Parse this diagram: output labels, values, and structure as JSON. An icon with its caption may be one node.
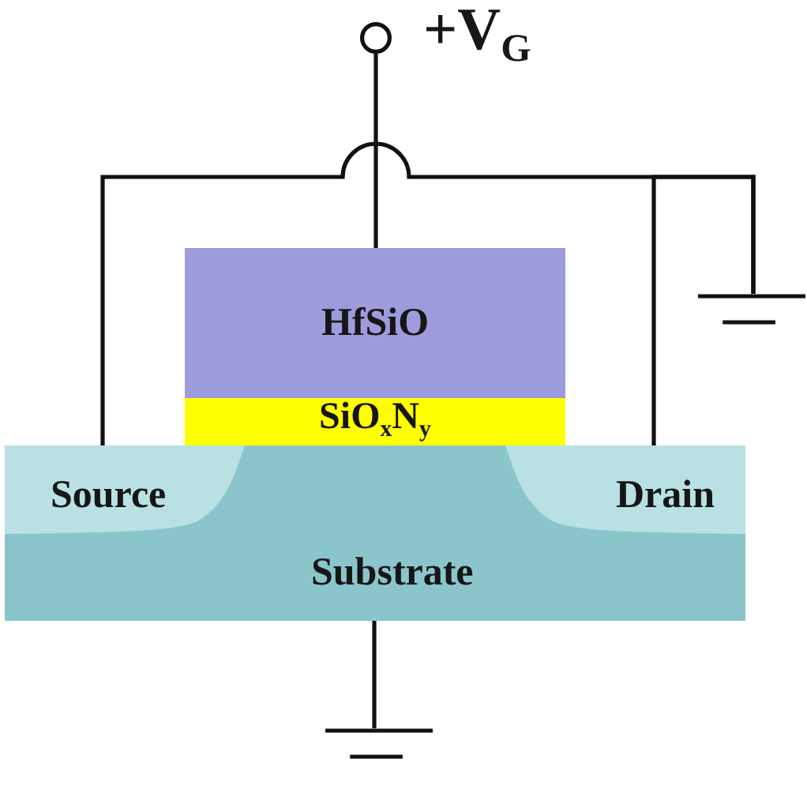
{
  "diagram": {
    "nodes": [
      {
        "text": [],
        "shape": "circle",
        "beside": [
          "+V$_{G}$"
        ]
      },
      {
        "text": [
          "HfSiO"
        ]
      },
      {
        "text": [
          "SiO$_{x}$N$_{y}$"
        ]
      },
      {
        "text": [
          "Substrate"
        ]
      },
      {
        "text": [
          "Source"
        ],
        "in": 3
      },
      {
        "text": [
          "Drain"
        ],
        "in": 3
      },
      {
        "text": [],
        "shape": "ground"
      },
      {
        "text": [],
        "shape": "ground"
      }
    ],
    "edges": [
      {
        "from": 0,
        "to": 1,
        "arrow": "none"
      },
      {
        "from": 4,
        "to": 6,
        "arrow": "none"
      },
      {
        "from": 5,
        "to": 6,
        "arrow": "none"
      },
      {
        "from": 3,
        "to": 7,
        "arrow": "none"
      }
    ]
  }
}
